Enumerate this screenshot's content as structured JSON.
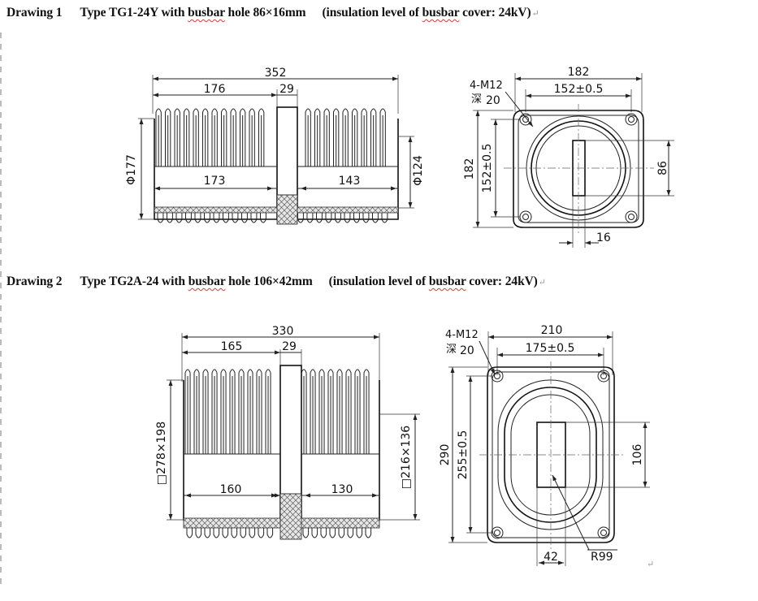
{
  "drawing1": {
    "caption": {
      "label": "Drawing 1",
      "type_pre": "Type TG1-24Y with ",
      "busbar_word": "busbar",
      "hole_text": " hole 86×16mm",
      "note_pre": "(insulation level of ",
      "note_word": "busbar",
      "note_post": " cover: 24kV)",
      "mark": "↵"
    },
    "side_view": {
      "overall": "352",
      "half": "176",
      "center_band": "29",
      "outer_dia": "Φ177",
      "inner_dia": "Φ124",
      "left_inner": "173",
      "right_inner": "143"
    },
    "end_view": {
      "bolts": "4-M12",
      "bolt_depth_glyph": "深",
      "bolt_depth": "20",
      "width": "182",
      "hole_spacing_h": "152±0.5",
      "height": "182",
      "hole_spacing_v": "152±0.5",
      "slot_height": "86",
      "slot_width": "16"
    }
  },
  "drawing2": {
    "caption": {
      "label": "Drawing 2",
      "type_pre": "Type TG2A-24 with ",
      "busbar_word": "busbar",
      "hole_text": " hole 106×42mm",
      "note_pre": "(insulation level of ",
      "note_word": "busbar",
      "note_post": " cover: 24kV)",
      "mark": "↵"
    },
    "side_view": {
      "overall": "330",
      "half": "165",
      "center_band": "29",
      "outer_size": "□278×198",
      "inner_size": "□216×136",
      "left_inner": "160",
      "right_inner": "130"
    },
    "end_view": {
      "bolts": "4-M12",
      "bolt_depth_glyph": "深",
      "bolt_depth": "20",
      "width": "210",
      "hole_spacing_h": "175±0.5",
      "height": "290",
      "hole_spacing_v": "255±0.5",
      "slot_height": "106",
      "slot_width": "42",
      "radius": "R99"
    }
  },
  "end_mark": "↵"
}
